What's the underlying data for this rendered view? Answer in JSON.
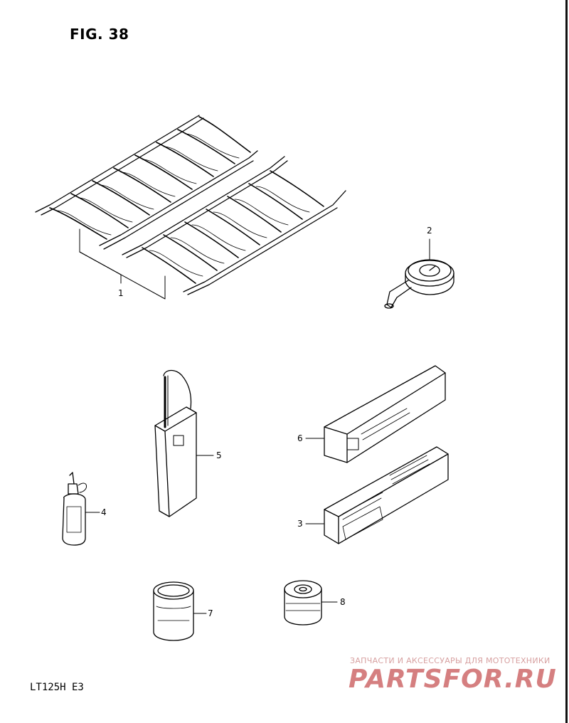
{
  "figure": {
    "title": "FIG. 38",
    "model": "LT125H  E3"
  },
  "callouts": [
    "1",
    "2",
    "3",
    "4",
    "5",
    "6",
    "7",
    "8"
  ],
  "watermark": {
    "line1": "ЗАПЧАСТИ И АКСЕССУАРЫ ДЛЯ МОТОТЕХНИКИ",
    "line2": "PARTSFOR.RU"
  },
  "icons": [
    "tire-chain-icon",
    "pressure-gauge-icon",
    "moly-paste-box-icon",
    "oil-bottle-icon",
    "oil-can-icon",
    "bond-box-icon",
    "paint-tin-icon",
    "grease-tin-icon"
  ],
  "colors": {
    "line": "#000000",
    "watermark": "#d57f80"
  }
}
